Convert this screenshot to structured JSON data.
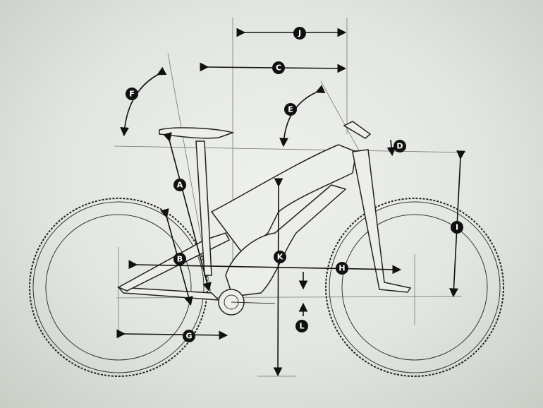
{
  "diagram": {
    "subject": "bicycle-geometry",
    "labels": {
      "A": "A",
      "B": "B",
      "C": "C",
      "D": "D",
      "E": "E",
      "F": "F",
      "G": "G",
      "H": "H",
      "I": "I",
      "J": "J",
      "K": "K",
      "L": "L"
    }
  }
}
